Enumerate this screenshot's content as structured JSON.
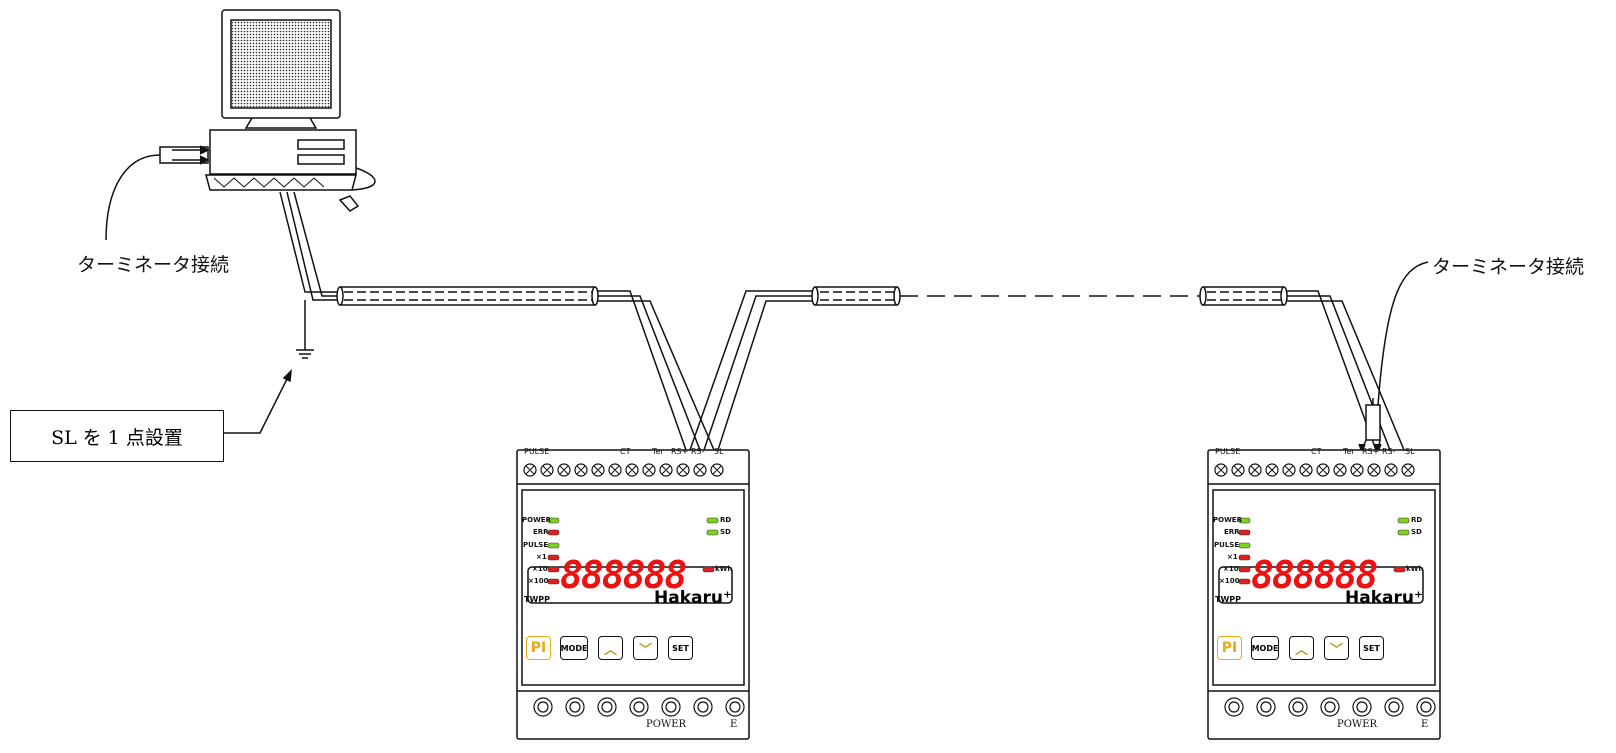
{
  "labels": {
    "terminator_left": "ターミネータ接続",
    "terminator_right": "ターミネータ接続",
    "sl_ground": "SL を 1 点設置"
  },
  "meter": {
    "top_terminals": {
      "pulse": "PULSE",
      "ct": "CT",
      "ter": "Ter",
      "rs_plus": "RS+",
      "rs_minus": "RS-",
      "sl": "SL"
    },
    "bottom_terminals": {
      "power": "POWER",
      "e": "E"
    },
    "led_labels": {
      "power": "POWER",
      "err": "ERR",
      "pulse": "PULSE",
      "x1": "×1",
      "x10": "×10",
      "x100": "×100",
      "rd": "RD",
      "sd": "SD",
      "kwh": "kWh"
    },
    "display": "888888",
    "model": "TWPP",
    "brand": "Hakaru⁺",
    "buttons": {
      "pi": "PI",
      "mode": "MODE",
      "up": "︿",
      "down": "﹀",
      "set": "SET"
    }
  },
  "colors": {
    "led_green": "#7ed321",
    "led_red": "#e02020",
    "pi_button": "#e6a91a",
    "arrow_button": "#c7962a"
  }
}
